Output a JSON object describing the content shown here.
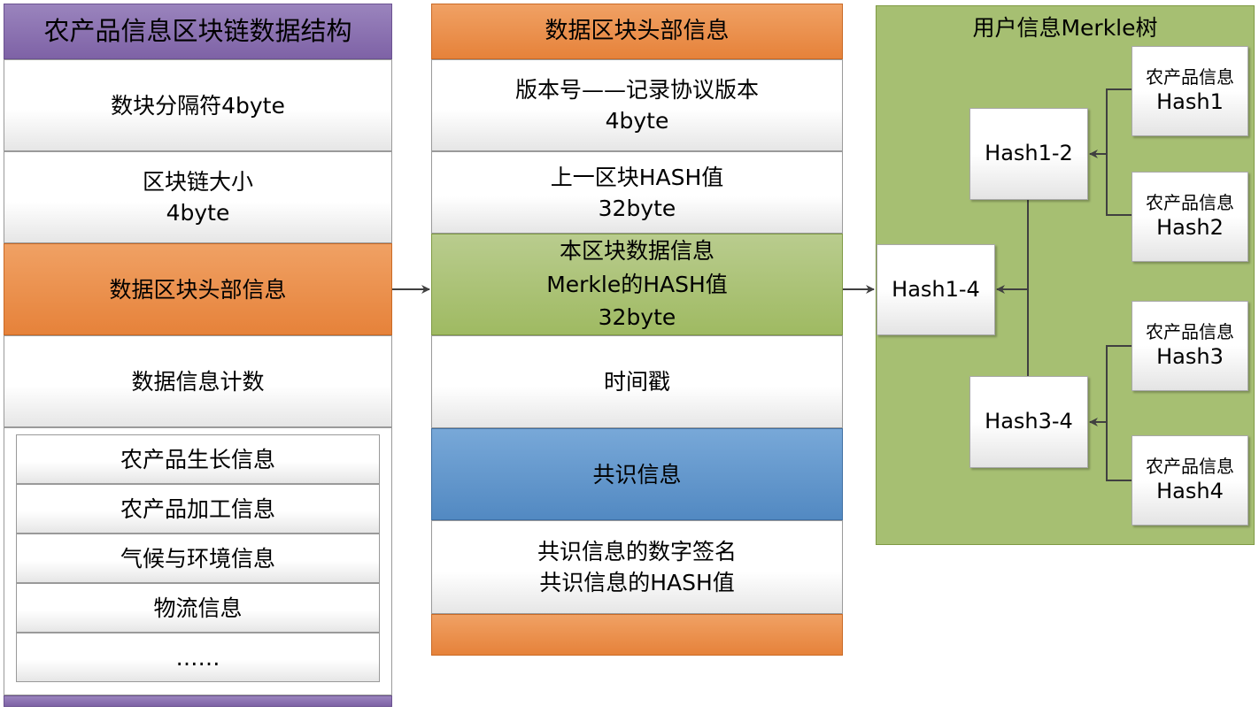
{
  "left_column": {
    "title": "农产品信息区块链数据结构",
    "delimiter": "数块分隔符4byte",
    "chain_size_line1": "区块链大小",
    "chain_size_line2": "4byte",
    "header_info": "数据区块头部信息",
    "info_count": "数据信息计数",
    "info_items": [
      "农产品生长信息",
      "农产品加工信息",
      "气候与环境信息",
      "物流信息",
      "……"
    ]
  },
  "middle_column": {
    "title": "数据区块头部信息",
    "version_line1": "版本号——记录协议版本",
    "version_line2": "4byte",
    "prev_hash_line1": "上一区块HASH值",
    "prev_hash_line2": "32byte",
    "merkle_line1": "本区块数据信息",
    "merkle_line2": "Merkle的HASH值",
    "merkle_line3": "32byte",
    "timestamp": "时间戳",
    "consensus": "共识信息",
    "signature_line1": "共识信息的数字签名",
    "signature_line2": "共识信息的HASH值"
  },
  "merkle_tree": {
    "title": "用户信息Merkle树",
    "root": "Hash1-4",
    "mid_top": "Hash1-2",
    "mid_bottom": "Hash3-4",
    "leaf_label": "农产品信息",
    "leaves": [
      "Hash1",
      "Hash2",
      "Hash3",
      "Hash4"
    ]
  },
  "colors": {
    "purple": "#8a72b2",
    "orange": "#e98c49",
    "green": "#a6bf72",
    "blue": "#5f92c8"
  }
}
